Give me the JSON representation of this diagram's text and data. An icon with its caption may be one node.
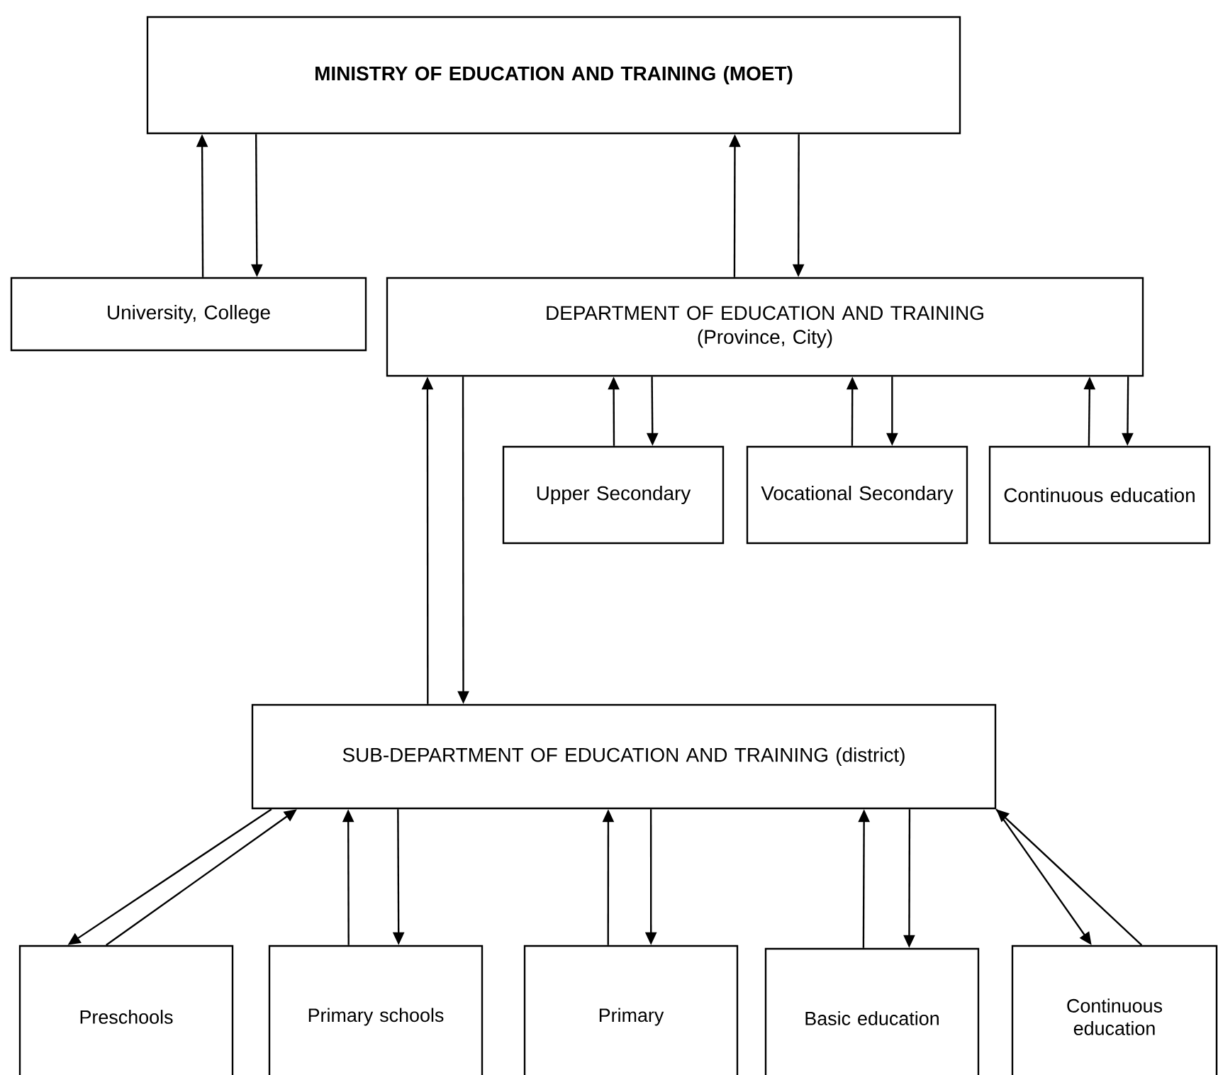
{
  "diagram": {
    "nodes": [
      {
        "text": [
          "MINISTRY OF EDUCATION AND TRAINING (MOET)"
        ]
      },
      {
        "text": [
          "University, College"
        ]
      },
      {
        "text": [
          "DEPARTMENT OF EDUCATION AND TRAINING",
          "(Province, City)"
        ]
      },
      {
        "text": [
          "Upper Secondary"
        ]
      },
      {
        "text": [
          "Vocational Secondary"
        ]
      },
      {
        "text": [
          "Continuous education"
        ]
      },
      {
        "text": [
          "SUB-DEPARTMENT OF EDUCATION AND TRAINING (district)"
        ]
      },
      {
        "text": [
          "Preschools"
        ]
      },
      {
        "text": [
          "Primary schools"
        ]
      },
      {
        "text": [
          "Primary"
        ]
      },
      {
        "text": [
          "Basic education"
        ]
      },
      {
        "text": [
          "Continuous education"
        ]
      }
    ],
    "edges": [
      {
        "from": 1,
        "to": 0,
        "arrow": "to"
      },
      {
        "from": 0,
        "to": 1,
        "arrow": "to"
      },
      {
        "from": 2,
        "to": 0,
        "arrow": "to"
      },
      {
        "from": 0,
        "to": 2,
        "arrow": "to"
      },
      {
        "from": 3,
        "to": 2,
        "arrow": "to"
      },
      {
        "from": 2,
        "to": 3,
        "arrow": "to"
      },
      {
        "from": 4,
        "to": 2,
        "arrow": "to"
      },
      {
        "from": 2,
        "to": 4,
        "arrow": "to"
      },
      {
        "from": 5,
        "to": 2,
        "arrow": "to"
      },
      {
        "from": 2,
        "to": 5,
        "arrow": "to"
      },
      {
        "from": 6,
        "to": 2,
        "arrow": "to"
      },
      {
        "from": 2,
        "to": 6,
        "arrow": "to"
      },
      {
        "from": 6,
        "to": 7,
        "arrow": "to"
      },
      {
        "from": 7,
        "to": 6,
        "arrow": "to"
      },
      {
        "from": 8,
        "to": 6,
        "arrow": "to"
      },
      {
        "from": 6,
        "to": 8,
        "arrow": "to"
      },
      {
        "from": 9,
        "to": 6,
        "arrow": "to"
      },
      {
        "from": 6,
        "to": 9,
        "arrow": "to"
      },
      {
        "from": 10,
        "to": 6,
        "arrow": "to"
      },
      {
        "from": 6,
        "to": 10,
        "arrow": "to"
      },
      {
        "from": 6,
        "to": 11,
        "arrow": "to"
      },
      {
        "from": 11,
        "to": 6,
        "arrow": "to"
      }
    ]
  }
}
